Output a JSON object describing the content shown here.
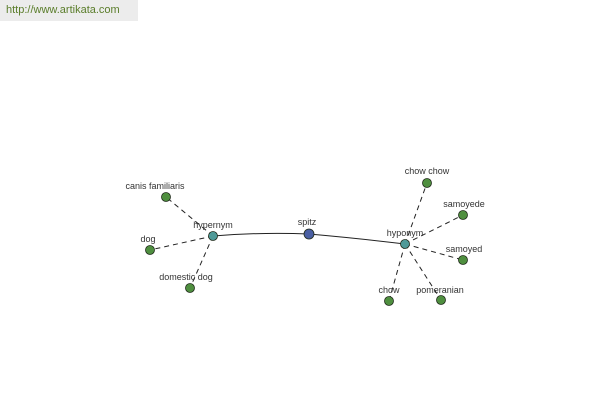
{
  "header": {
    "url": "http://www.artikata.com"
  },
  "colors": {
    "center": "#4a5fa3",
    "relation": "#4f9a98",
    "word": "#4f8f3f"
  },
  "nodes": {
    "spitz": "spitz",
    "hypernym": "hypernym",
    "hyponym": "hyponym",
    "canis_familiaris": "canis familiaris",
    "dog": "dog",
    "domestic_dog": "domestic dog",
    "chow_chow": "chow chow",
    "samoyede": "samoyede",
    "samoyed": "samoyed",
    "chow": "chow",
    "pomeranian": "pomeranian"
  }
}
